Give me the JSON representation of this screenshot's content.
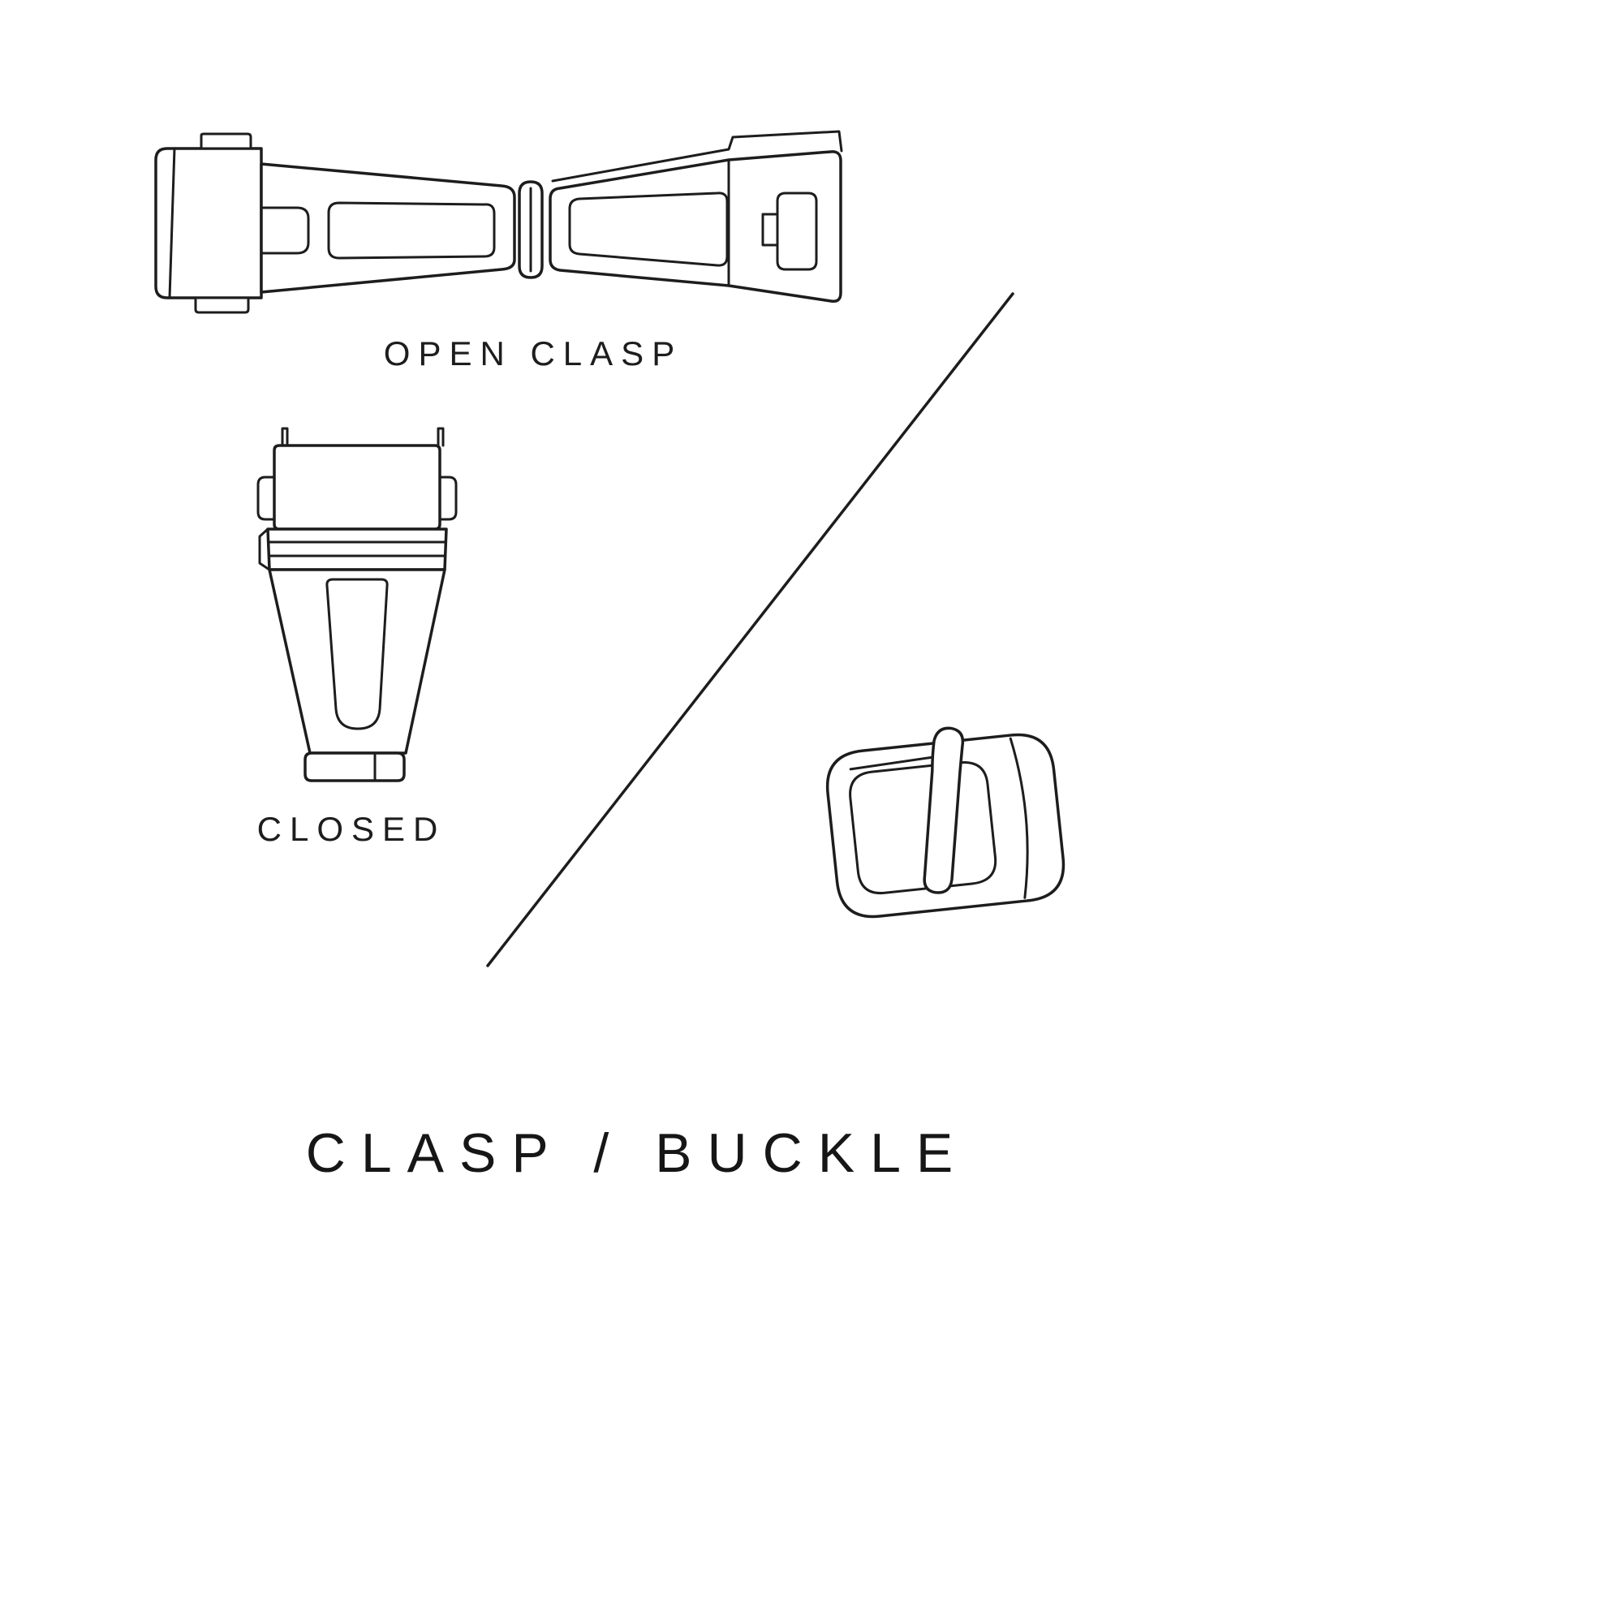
{
  "page": {
    "background_color": "#ffffff",
    "line_color": "#1d1d1d"
  },
  "labels": {
    "open_clasp": "OPEN CLASP",
    "closed": "CLOSED",
    "title": "CLASP / BUCKLE"
  },
  "illustrations": {
    "open_clasp_icon": "open-clasp-drawing",
    "closed_clasp_icon": "closed-clasp-drawing",
    "buckle_icon": "tang-buckle-drawing",
    "divider_icon": "diagonal-divider-line"
  }
}
